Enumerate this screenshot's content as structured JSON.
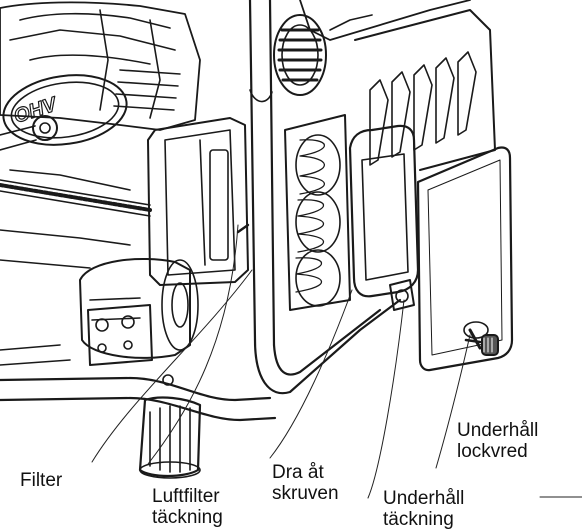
{
  "callouts": {
    "filter": {
      "label": "Filter"
    },
    "luftfilter": {
      "line1": "Luftfilter",
      "line2": "täckning"
    },
    "screw": {
      "line1": "Dra åt",
      "line2": "skruven"
    },
    "cover": {
      "line1": "Underhåll",
      "line2": "täckning"
    },
    "knob": {
      "line1": "Underhåll",
      "line2": "lockvred"
    }
  },
  "logo_text": "OHV"
}
